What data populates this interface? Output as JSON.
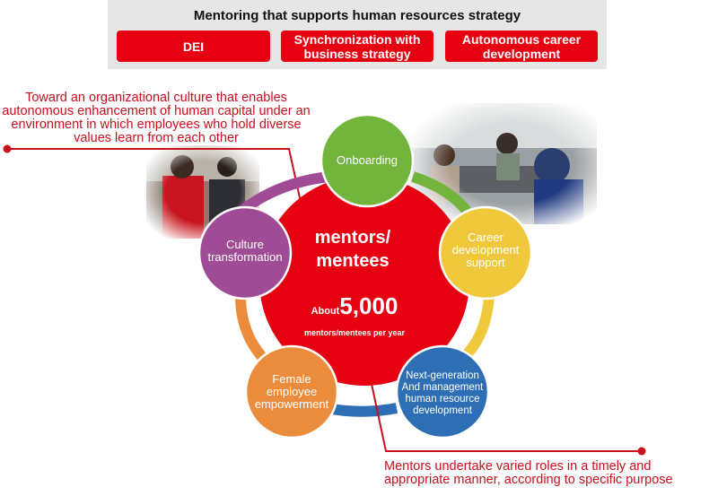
{
  "header": {
    "title": "Mentoring that supports human resources strategy",
    "pills": [
      "DEI",
      "Synchronization with business strategy",
      "Autonomous career development"
    ]
  },
  "top_note": "Toward an organizational culture that enables autonomous enhancement of human capital under an environment in which employees who hold diverse values learn from each other",
  "center": {
    "title_line1": "mentors/",
    "title_line2": "mentees",
    "about_prefix": "About",
    "about_number": "5,000",
    "subtitle": "mentors/mentees per year"
  },
  "nodes": {
    "onboarding": "Onboarding",
    "career": "Career development support",
    "nextgen": "Next-generation And management human resource development",
    "female": "Female employee empowerment",
    "culture": "Culture transformation"
  },
  "bottom_note": "Mentors undertake varied roles in a timely and appropriate manner, according to specific purpose",
  "colors": {
    "accent_red": "#e60012",
    "onboarding": "#73b43c",
    "career": "#f0c83c",
    "nextgen": "#2d6eb4",
    "female": "#eb8c3c",
    "culture": "#a04b96",
    "note_red": "#c8101e"
  },
  "photos": [
    "meeting-photo-left",
    "meeting-photo-right"
  ]
}
